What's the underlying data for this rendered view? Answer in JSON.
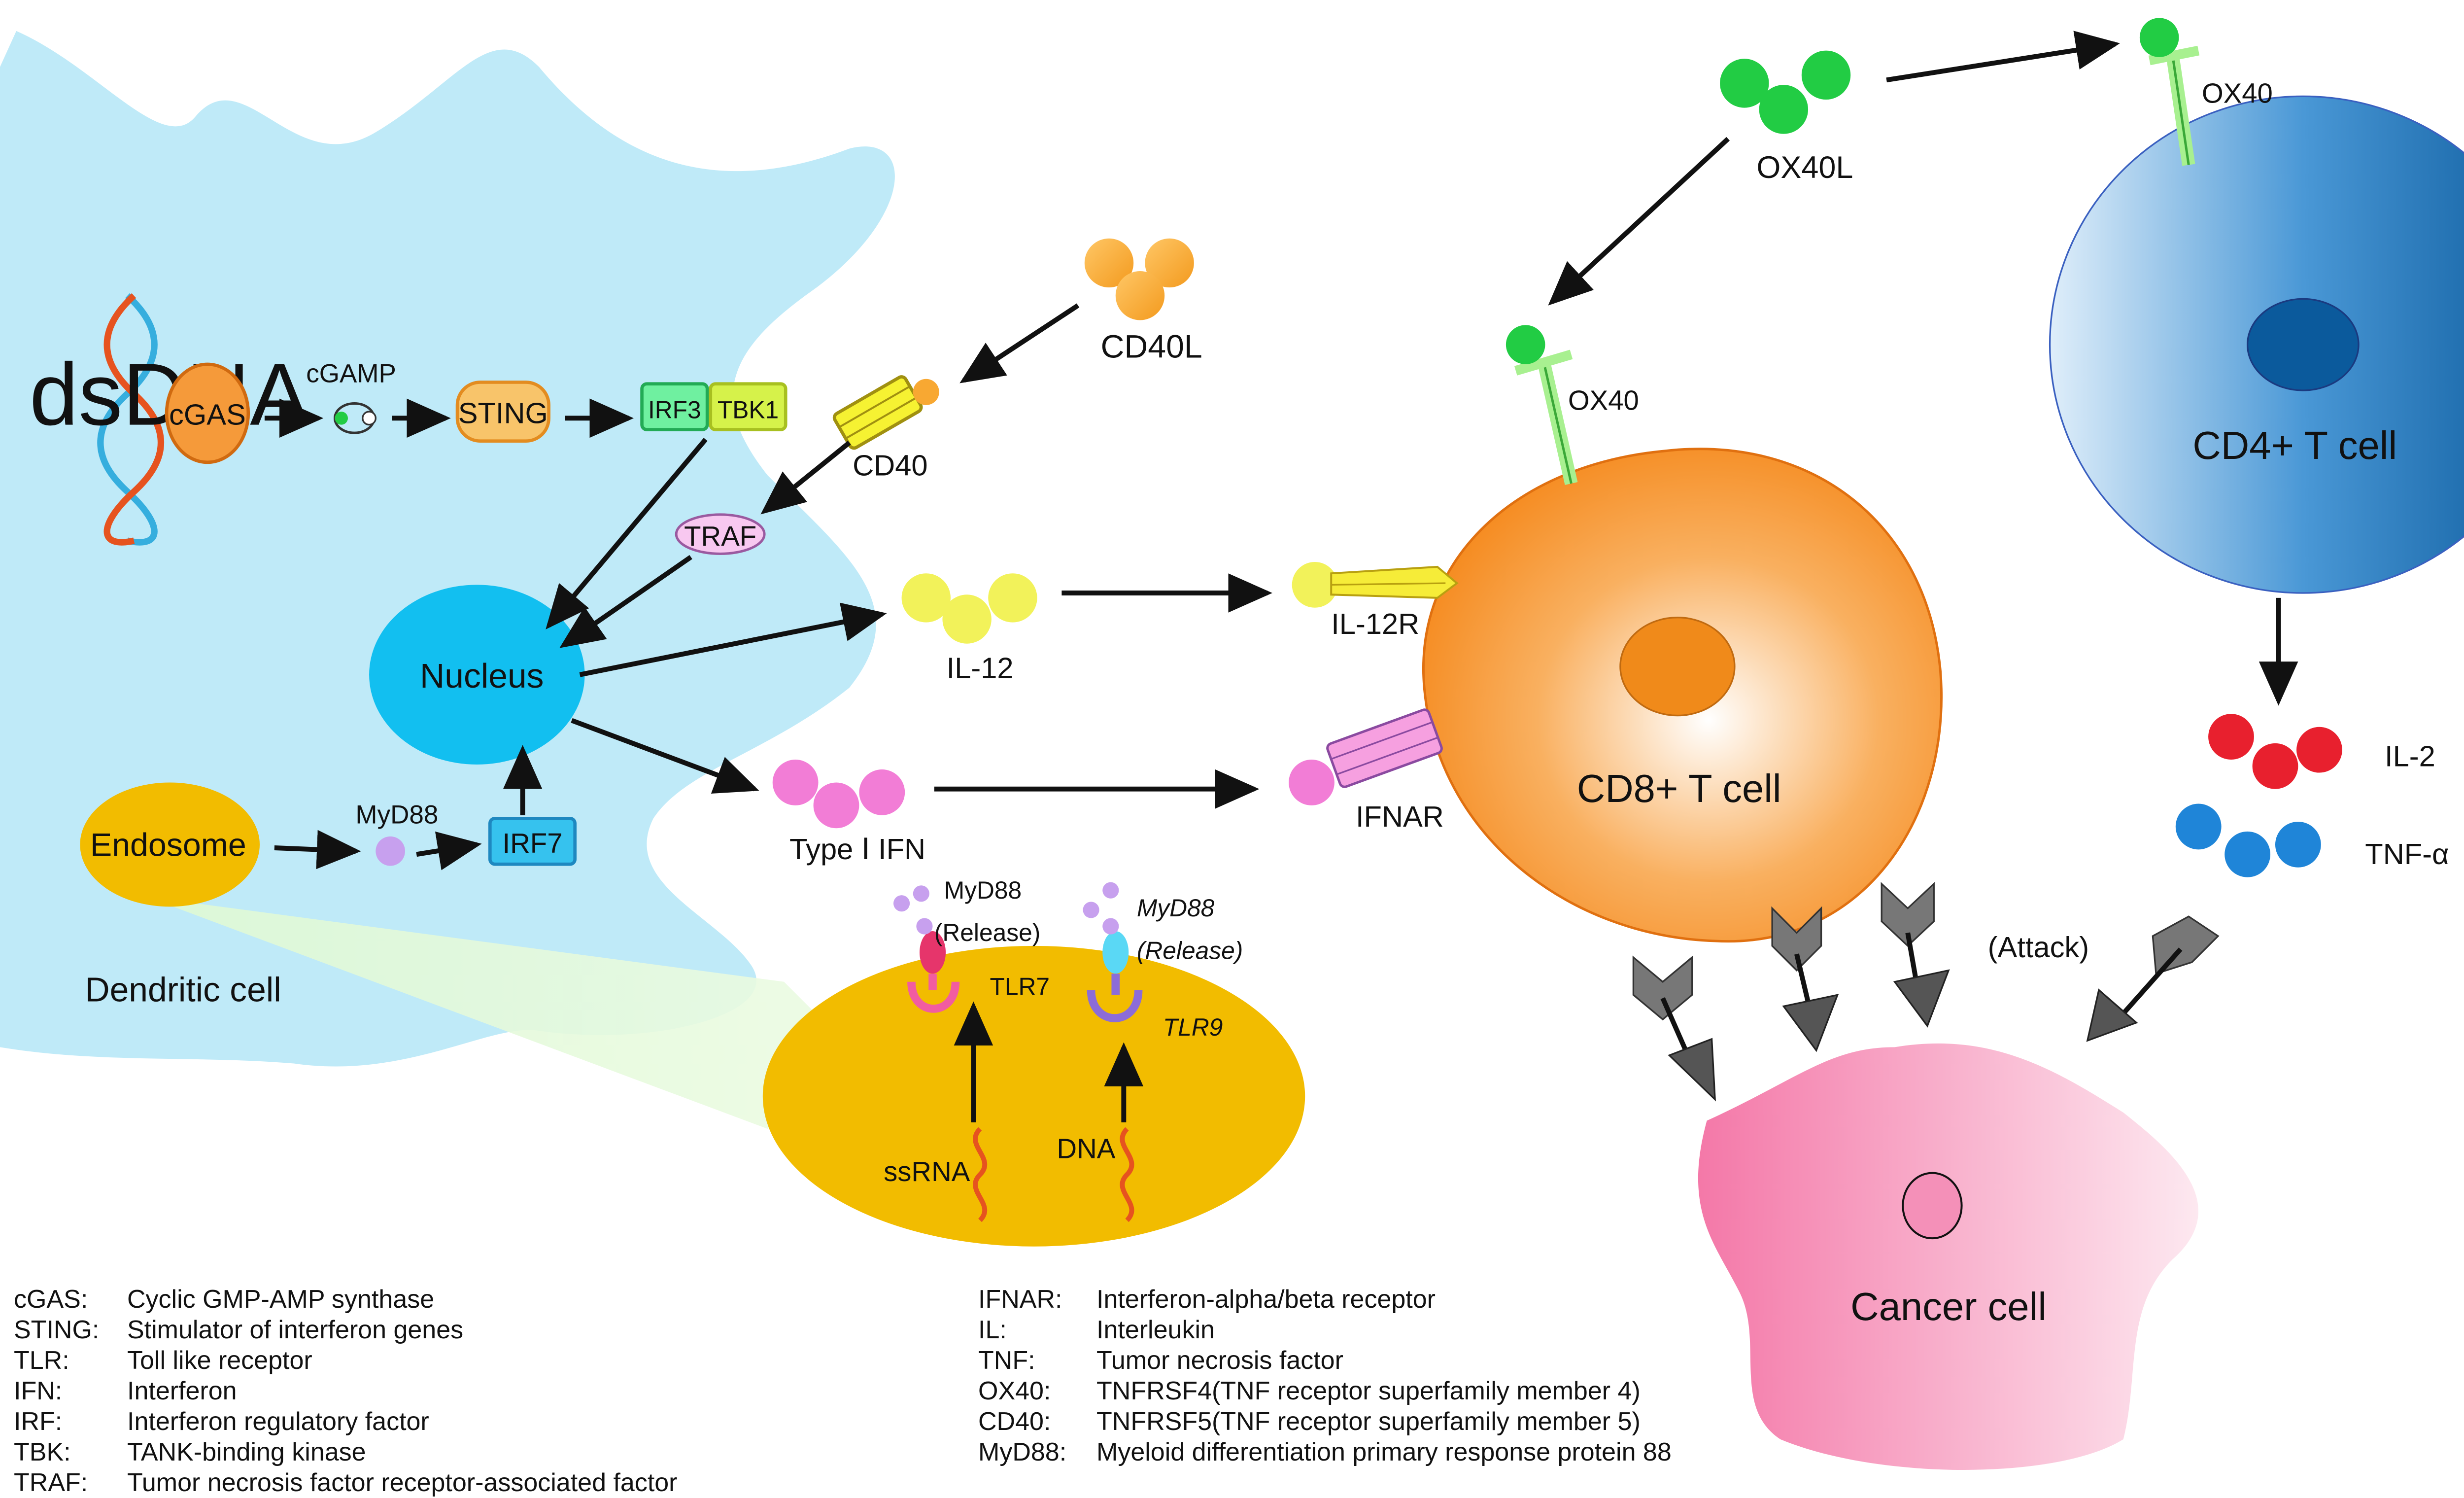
{
  "labels": {
    "dsdna": "dsDNA",
    "cgas": "cGAS",
    "cgamp": "cGAMP",
    "sting": "STING",
    "irf3": "IRF3",
    "tbk1": "TBK1",
    "cd40": "CD40",
    "cd40l": "CD40L",
    "traf": "TRAF",
    "nucleus": "Nucleus",
    "il12": "IL-12",
    "il12r": "IL-12R",
    "type1_ifn": "Type Ⅰ IFN",
    "ifnar": "IFNAR",
    "endosome": "Endosome",
    "myd88": "MyD88",
    "irf7": "IRF7",
    "dendritic_cell": "Dendritic cell",
    "myd88_release_1": "MyD88",
    "release_1": "(Release)",
    "myd88_release_2": "MyD88",
    "release_2": "(Release)",
    "tlr7": "TLR7",
    "tlr9": "TLR9",
    "ssrna": "ssRNA",
    "dna": "DNA",
    "ox40l": "OX40L",
    "ox40_cd8": "OX40",
    "ox40_cd4": "OX40",
    "cd8_cell": "CD8+ T cell",
    "cd4_cell": "CD4+ T cell",
    "il2": "IL-2",
    "tnfa": "TNF-α",
    "attack": "(Attack)",
    "cancer_cell": "Cancer cell"
  },
  "legend_left": [
    {
      "abbr": "cGAS:",
      "desc": "Cyclic GMP-AMP synthase"
    },
    {
      "abbr": "STING:",
      "desc": "Stimulator of interferon genes"
    },
    {
      "abbr": "TLR:",
      "desc": "Toll like receptor"
    },
    {
      "abbr": "IFN:",
      "desc": "Interferon"
    },
    {
      "abbr": "IRF:",
      "desc": "Interferon regulatory factor"
    },
    {
      "abbr": "TBK:",
      "desc": "TANK-binding kinase"
    },
    {
      "abbr": "TRAF:",
      "desc": "Tumor necrosis factor receptor-associated factor"
    }
  ],
  "legend_right": [
    {
      "abbr": "IFNAR:",
      "desc": "Interferon-alpha/beta receptor"
    },
    {
      "abbr": "IL:",
      "desc": "Interleukin"
    },
    {
      "abbr": "TNF:",
      "desc": "Tumor necrosis factor"
    },
    {
      "abbr": "OX40:",
      "desc": "TNFRSF4(TNF receptor superfamily member 4)"
    },
    {
      "abbr": "CD40:",
      "desc": "TNFRSF5(TNF receptor superfamily member 5)"
    },
    {
      "abbr": "MyD88:",
      "desc": "Myeloid differentiation primary response protein 88"
    }
  ],
  "colors": {
    "dendritic_cell": "#bfeaf8",
    "nucleus": "#12bff0",
    "endosome": "#f2bc00",
    "cd40l": "#f8a832",
    "il12": "#f2f25a",
    "type1_ifn": "#f27dd6",
    "ox40l": "#22cc44",
    "il2": "#e8202e",
    "tnfa": "#1f85d8",
    "cd8_cell": "#f58a1e",
    "cd4_cell": "#2c80c8",
    "cancer_cell": "#f27aa8"
  }
}
